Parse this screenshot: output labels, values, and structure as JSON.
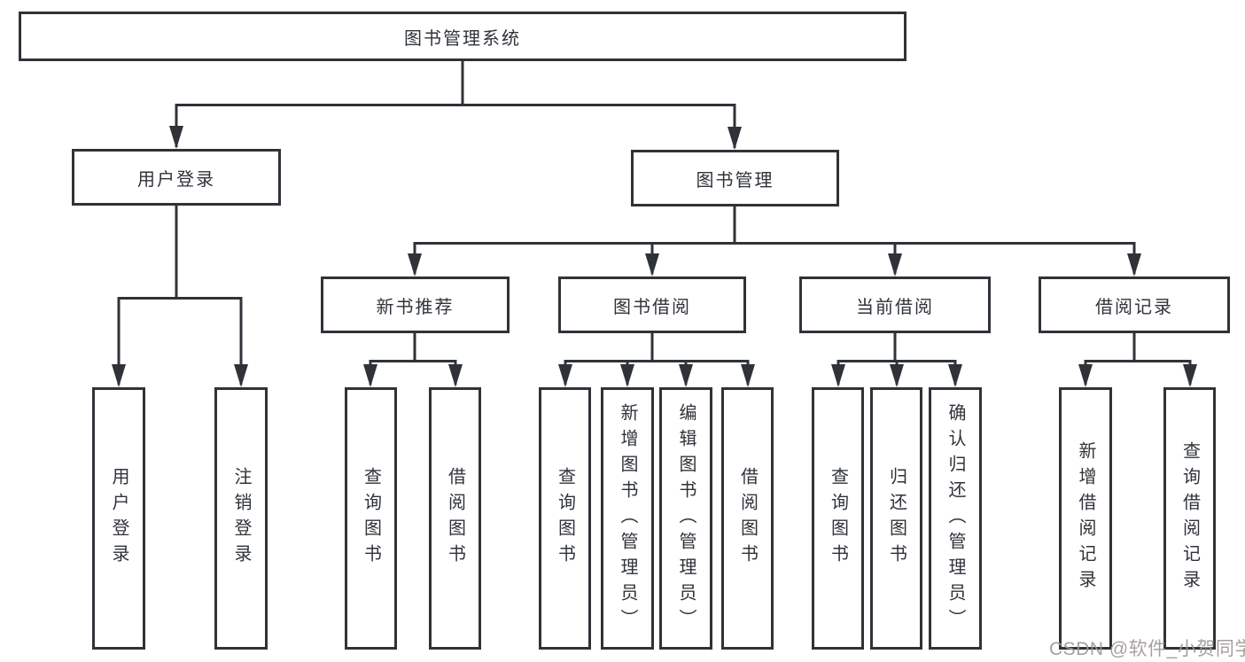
{
  "colors": {
    "line": "#2f3338",
    "text": "#2f333a",
    "watermark": "#9e9896",
    "background": "#ffffff"
  },
  "watermark": {
    "text": "CSDN @软件_小贺同学"
  },
  "tree": {
    "root": {
      "label": "图书管理系统"
    },
    "children": [
      {
        "label": "用户登录",
        "children": [
          {
            "label": "用户登录"
          },
          {
            "label": "注销登录"
          }
        ]
      },
      {
        "label": "图书管理",
        "children": [
          {
            "label": "新书推荐",
            "children": [
              {
                "label": "查询图书"
              },
              {
                "label": "借阅图书"
              }
            ]
          },
          {
            "label": "图书借阅",
            "children": [
              {
                "label": "查询图书"
              },
              {
                "label": "新增图书（管理员）"
              },
              {
                "label": "编辑图书（管理员）"
              },
              {
                "label": "借阅图书"
              }
            ]
          },
          {
            "label": "当前借阅",
            "children": [
              {
                "label": "查询图书"
              },
              {
                "label": "归还图书"
              },
              {
                "label": "确认归还（管理员）"
              }
            ]
          },
          {
            "label": "借阅记录",
            "children": [
              {
                "label": "新增借阅记录"
              },
              {
                "label": "查询借阅记录"
              }
            ]
          }
        ]
      }
    ]
  }
}
